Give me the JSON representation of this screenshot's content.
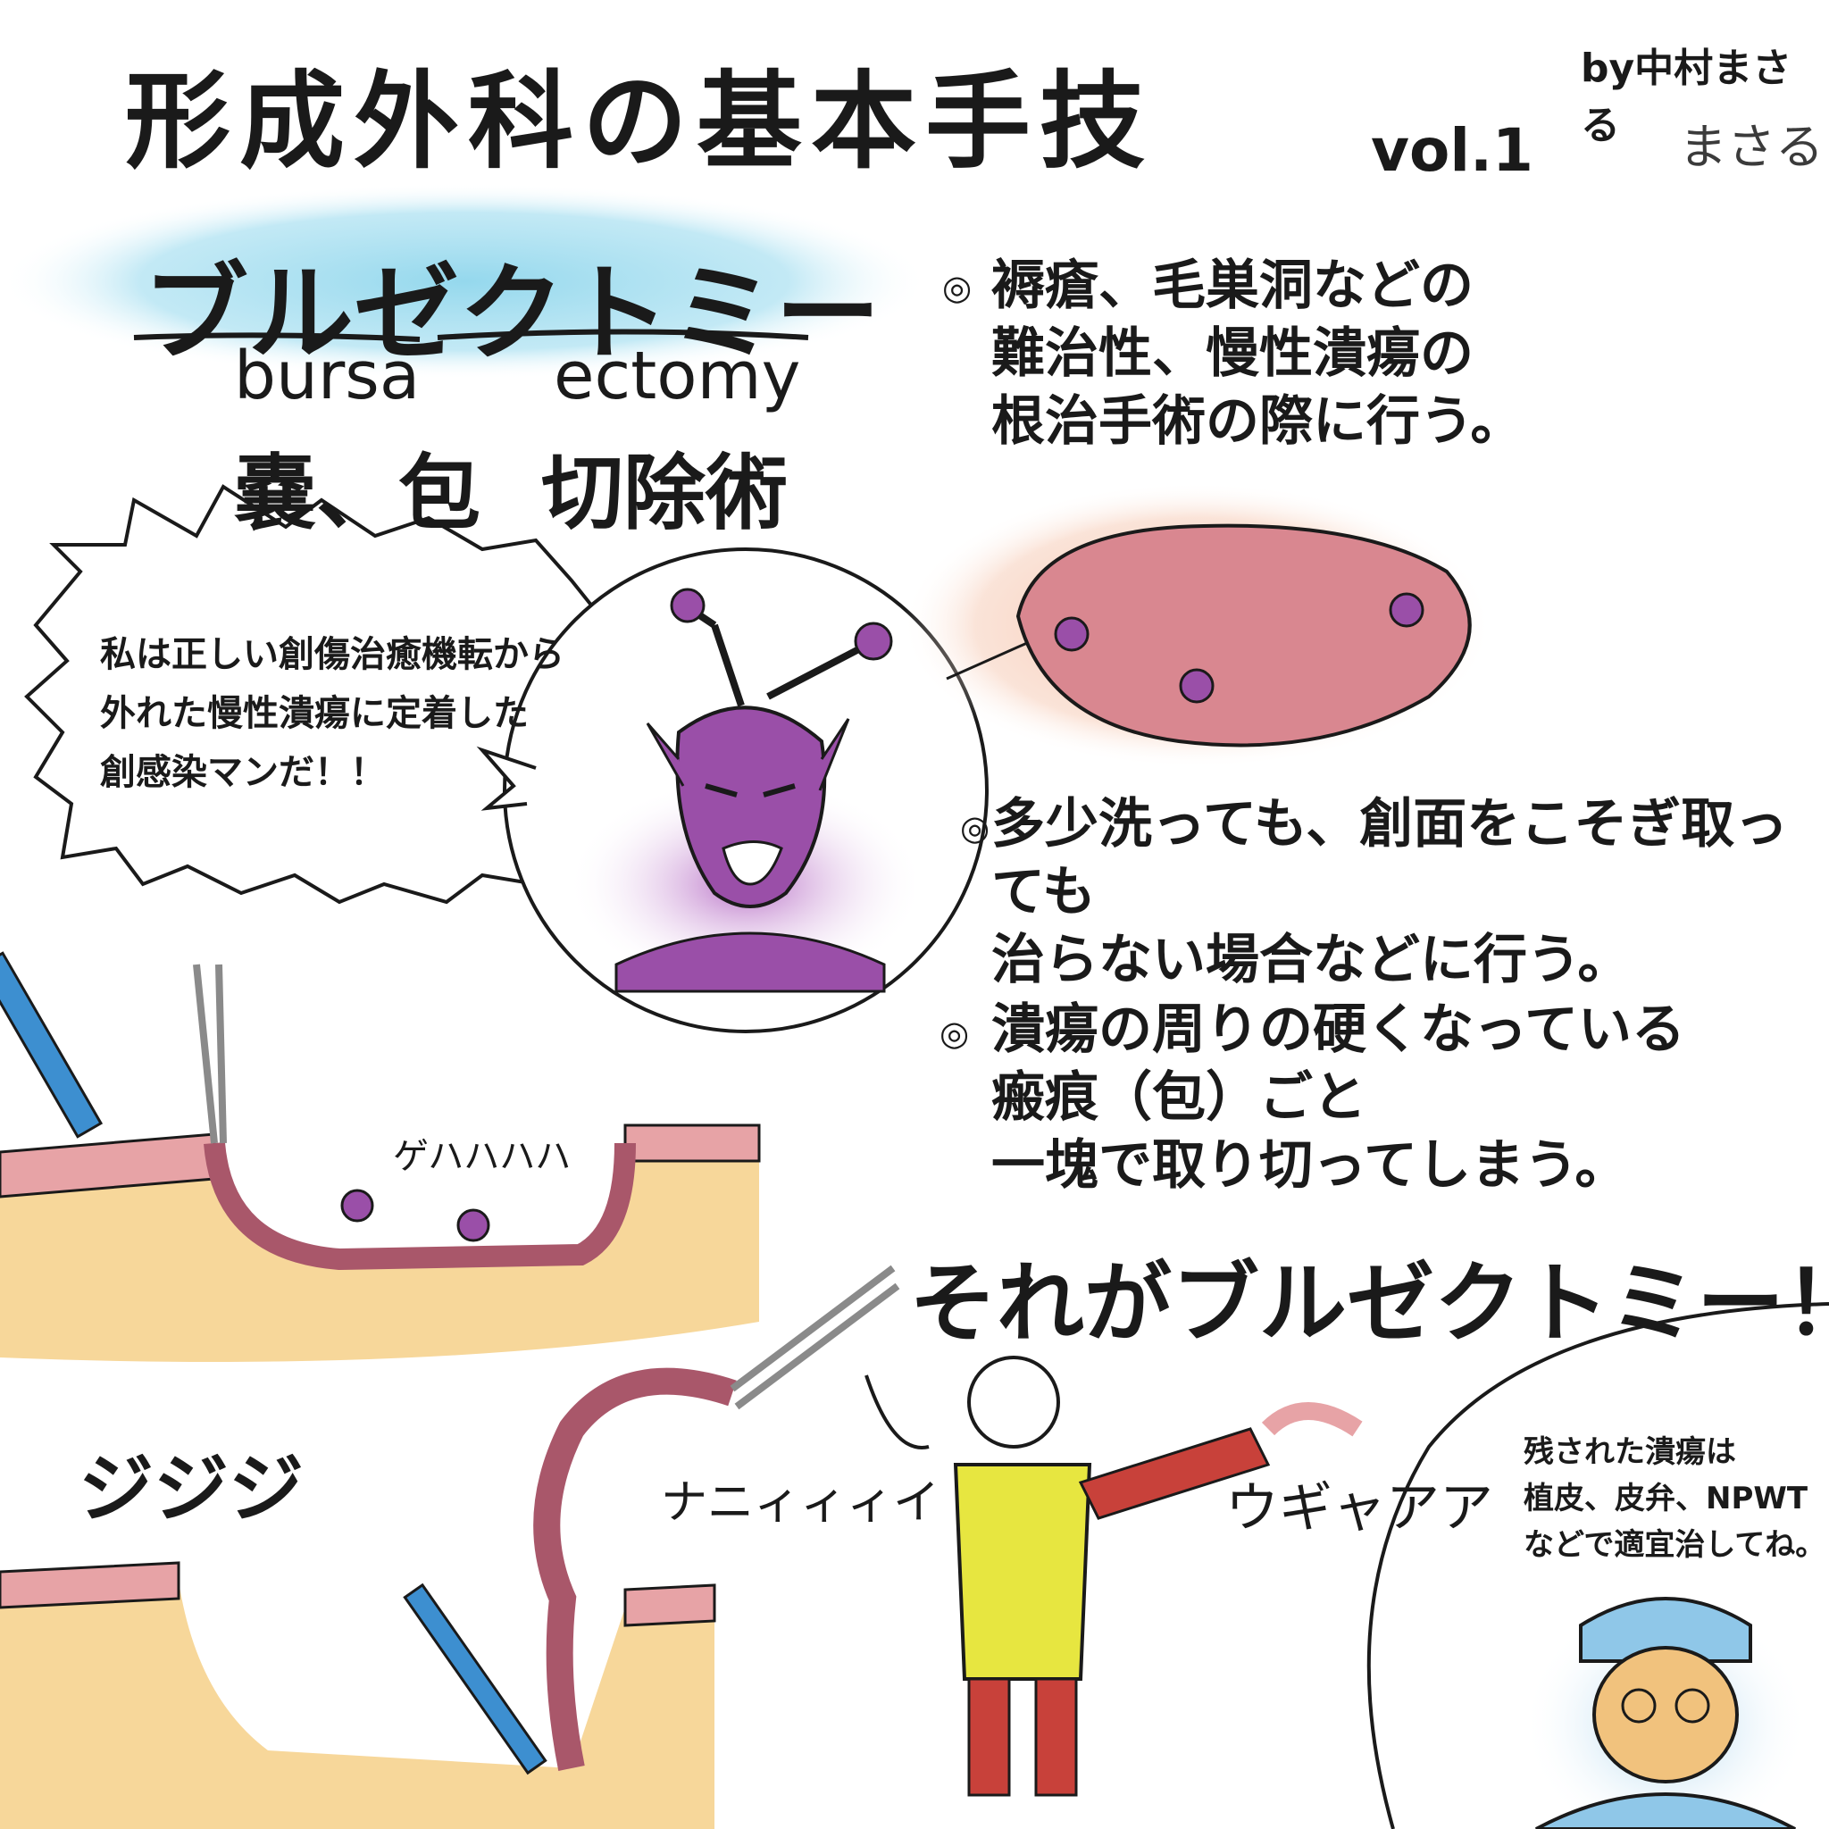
{
  "header": {
    "title": "形成外科の基本手技",
    "volume": "vol.1",
    "byline": "by中村まさる",
    "signature": "まさる"
  },
  "term": {
    "japanese": "ブルゼクトミー",
    "part1_en": "bursa",
    "part2_en": "ectomy",
    "part1_jp": "嚢、包",
    "part2_jp": "切除術"
  },
  "points": [
    {
      "bullet": "◎",
      "lines": [
        "褥瘡、毛巣洞などの",
        "難治性、慢性潰瘍の",
        "根治手術の際に行う。"
      ]
    },
    {
      "bullet": "◎",
      "lines": [
        "多少洗っても、創面をこそぎ取っても",
        "治らない場合などに行う。"
      ]
    },
    {
      "bullet": "◎",
      "lines": [
        "潰瘍の周りの硬くなっている",
        "瘢痕（包）ごと",
        "一塊で取り切ってしまう。"
      ]
    }
  ],
  "climax": "それがブルゼクトミー！",
  "speech_bubble": {
    "lines": [
      "私は正しい創傷治癒機転から",
      "外れた慢性潰瘍に定着した",
      "創感染マンだ！！"
    ]
  },
  "sfx": {
    "laugh": "ゲハハハハ",
    "cutting": "ジジジ",
    "surprise": "ナニィィィイ",
    "scream": "ウギャアア"
  },
  "doctor_note": {
    "lines": [
      "残された潰瘍は",
      "植皮、皮弁、NPWT",
      "などで適宜治してね。"
    ]
  },
  "colors": {
    "highlight_blue": "#8fd6ec",
    "skin_pink": "#e7a3a6",
    "fat_orange": "#f7d79a",
    "germ_purple": "#9a4fa8",
    "ulcer_glow": "#f4b89f",
    "ulcer_body": "#d98790",
    "forceps_blue": "#3d8fd0",
    "hero_yellow": "#e7e640",
    "glove_red": "#c8413a",
    "doctor_blue": "#8fc7e8"
  }
}
